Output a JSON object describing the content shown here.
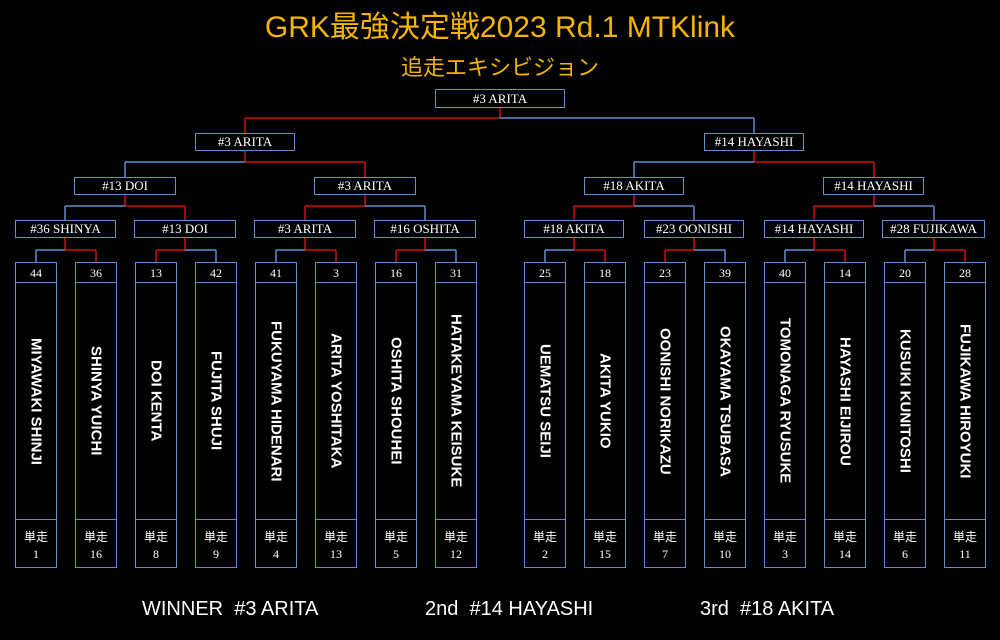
{
  "title": "GRK最強決定戦2023 Rd.1 MTKlink",
  "subtitle": "追走エキシビジョン",
  "lane_text": "単走",
  "rounds": {
    "final": [
      "#3 ARITA"
    ],
    "semi": [
      "#3 ARITA",
      "#14 HAYASHI"
    ],
    "quarter": [
      "#13 DOI",
      "#3 ARITA",
      "#18 AKITA",
      "#14 HAYASHI"
    ],
    "r16": [
      "#36 SHINYA",
      "#13 DOI",
      "#3 ARITA",
      "#16 OSHITA",
      "#18 AKITA",
      "#23 OONISHI",
      "#14 HAYASHI",
      "#28 FUJIKAWA"
    ]
  },
  "players": [
    {
      "num": "44",
      "name": "MIYAWAKI SHINJI",
      "seed": "1"
    },
    {
      "num": "36",
      "name": "SHINYA YUICHI",
      "seed": "16"
    },
    {
      "num": "13",
      "name": "DOI KENTA",
      "seed": "8"
    },
    {
      "num": "42",
      "name": "FUJITA SHUJI",
      "seed": "9"
    },
    {
      "num": "41",
      "name": "FUKUYAMA HIDENARI",
      "seed": "4"
    },
    {
      "num": "3",
      "name": "ARITA YOSHITAKA",
      "seed": "13"
    },
    {
      "num": "16",
      "name": "OSHITA SHOUHEI",
      "seed": "5"
    },
    {
      "num": "31",
      "name": "HATAKEYAMA KEISUKE",
      "seed": "12"
    },
    {
      "num": "25",
      "name": "UEMATSU SEIJI",
      "seed": "2"
    },
    {
      "num": "18",
      "name": "AKITA YUKIO",
      "seed": "15"
    },
    {
      "num": "23",
      "name": "OONISHI NORIKAZU",
      "seed": "7"
    },
    {
      "num": "39",
      "name": "OKAYAMA TSUBASA",
      "seed": "10"
    },
    {
      "num": "40",
      "name": "TOMONAGA RYUSUKE",
      "seed": "3"
    },
    {
      "num": "14",
      "name": "HAYASHI EIJIROU",
      "seed": "14"
    },
    {
      "num": "20",
      "name": "KUSUKI KUNITOSHI",
      "seed": "6"
    },
    {
      "num": "28",
      "name": "FUJIKAWA HIROYUKI",
      "seed": "11"
    }
  ],
  "results": {
    "winner": "WINNER  #3 ARITA",
    "second": "2nd  #14 HAYASHI",
    "third": "3rd  #18 AKITA"
  },
  "colors": {
    "title": "#f4b400",
    "box_border": "#5f8fc9",
    "winner_line": "#cc1111",
    "loser_line": "#5f8fc9",
    "background": "#000000"
  }
}
